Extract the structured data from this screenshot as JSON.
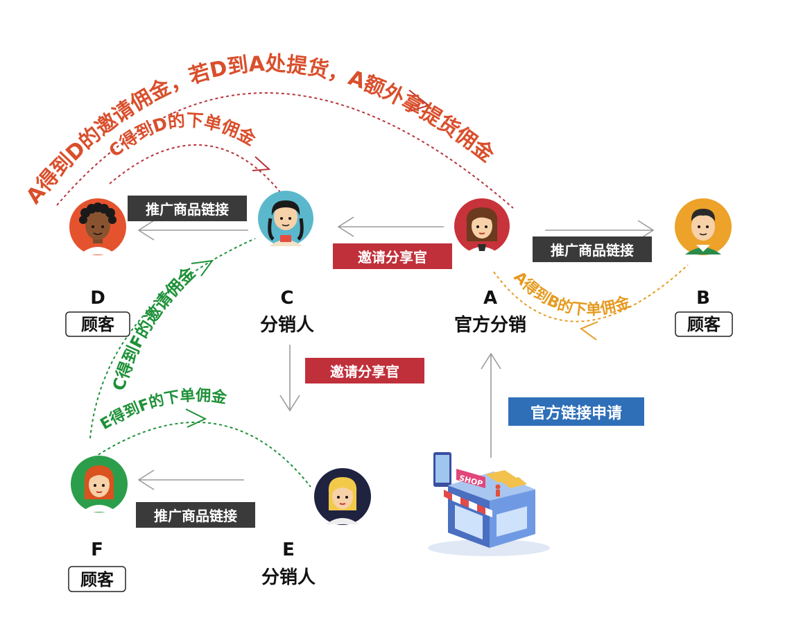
{
  "colors": {
    "red_arc": "#d94f2c",
    "dark_red_line": "#b8323a",
    "orange_arc": "#e69a1f",
    "green_arc": "#1e9138",
    "dark_label_bg": "#3a3a3a",
    "red_label_bg": "#c0303a",
    "blue_label_bg": "#2f6fb8",
    "gray_arrow": "#9a9a9a"
  },
  "arc_labels": {
    "a_gets_d_invite": "A得到D的邀请佣金，若D到A处提货，A额外拿提货佣金",
    "c_gets_d_order": "C得到D的下单佣金",
    "a_gets_b_order": "A得到B的下单佣金",
    "c_gets_f_invite": "C得到F的邀请佣金",
    "e_gets_f_order": "E得到F的下单佣金"
  },
  "link_labels": {
    "c_to_d": "推广商品链接",
    "a_to_b": "推广商品链接",
    "e_to_f": "推广商品链接",
    "a_to_c": "邀请分享官",
    "c_to_e": "邀请分享官",
    "shop_to_a": "官方链接申请"
  },
  "nodes": {
    "d": {
      "letter": "D",
      "role": "顾客",
      "avatar_icon": "customer-avatar-icon"
    },
    "c": {
      "letter": "C",
      "role": "分销人",
      "avatar_icon": "distributor-avatar-icon"
    },
    "a": {
      "letter": "A",
      "role": "官方分销",
      "avatar_icon": "official-distributor-avatar-icon"
    },
    "b": {
      "letter": "B",
      "role": "顾客",
      "avatar_icon": "customer-avatar-icon"
    },
    "e": {
      "letter": "E",
      "role": "分销人",
      "avatar_icon": "distributor-avatar-icon"
    },
    "f": {
      "letter": "F",
      "role": "顾客",
      "avatar_icon": "customer-avatar-icon"
    }
  },
  "shop": {
    "sign": "SHOP",
    "icon": "shop-icon"
  }
}
